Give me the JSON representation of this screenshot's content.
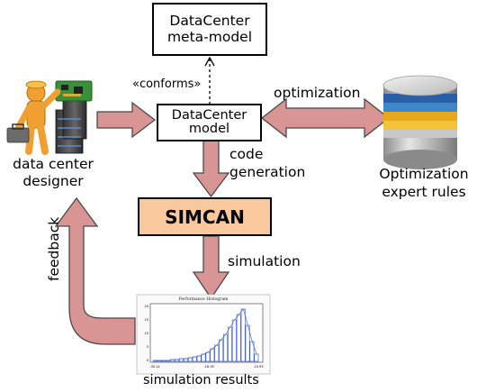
{
  "nodes": {
    "metamodel": "DataCenter\nmeta-model",
    "model": "DataCenter\nmodel",
    "simcan": "SIMCAN"
  },
  "labels": {
    "conforms": "«conforms»",
    "optimization": "optimization",
    "code_generation": "code\ngeneration",
    "simulation": "simulation",
    "feedback": "feedback",
    "designer": "data center\ndesigner",
    "expert_rules": "Optimization\nexpert rules",
    "sim_results": "simulation results"
  },
  "chart_thumbnail": {
    "title": "Performance Histogram",
    "x_ticks": [
      "-30.14",
      "-16.78",
      "-10.93"
    ],
    "y_ticks": [
      "20",
      "15",
      "10",
      "5",
      "0"
    ]
  },
  "colors": {
    "arrow_fill": "#d99494",
    "arrow_stroke": "#4a4a4a",
    "simcan_fill": "#f9c89d"
  }
}
